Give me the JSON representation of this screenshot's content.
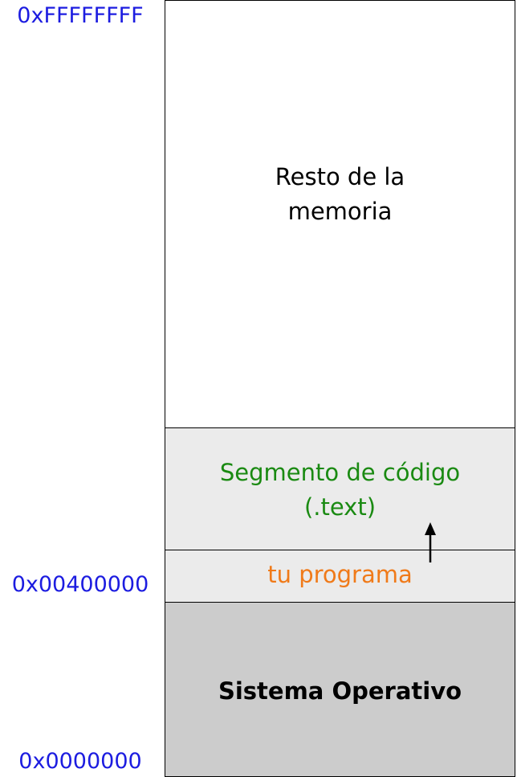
{
  "addresses": {
    "top": "0xFFFFFFFF",
    "program_start": "0x00400000",
    "bottom": "0x0000000"
  },
  "segments": {
    "rest": {
      "line1": "Resto de la",
      "line2": "memoria"
    },
    "code": {
      "line1": "Segmento de código",
      "line2": "(.text)"
    },
    "program": {
      "label": "tu programa"
    },
    "os": {
      "label": "Sistema Operativo"
    }
  },
  "colors": {
    "address": "#1c1ce0",
    "code_text": "#1a8a12",
    "program_text": "#f07a19",
    "text": "#000000",
    "rest_fill": "#ffffff",
    "code_fill": "#ebebeb",
    "os_fill": "#cccccc"
  },
  "icons": {
    "growth_arrow": "arrow-up-icon"
  }
}
